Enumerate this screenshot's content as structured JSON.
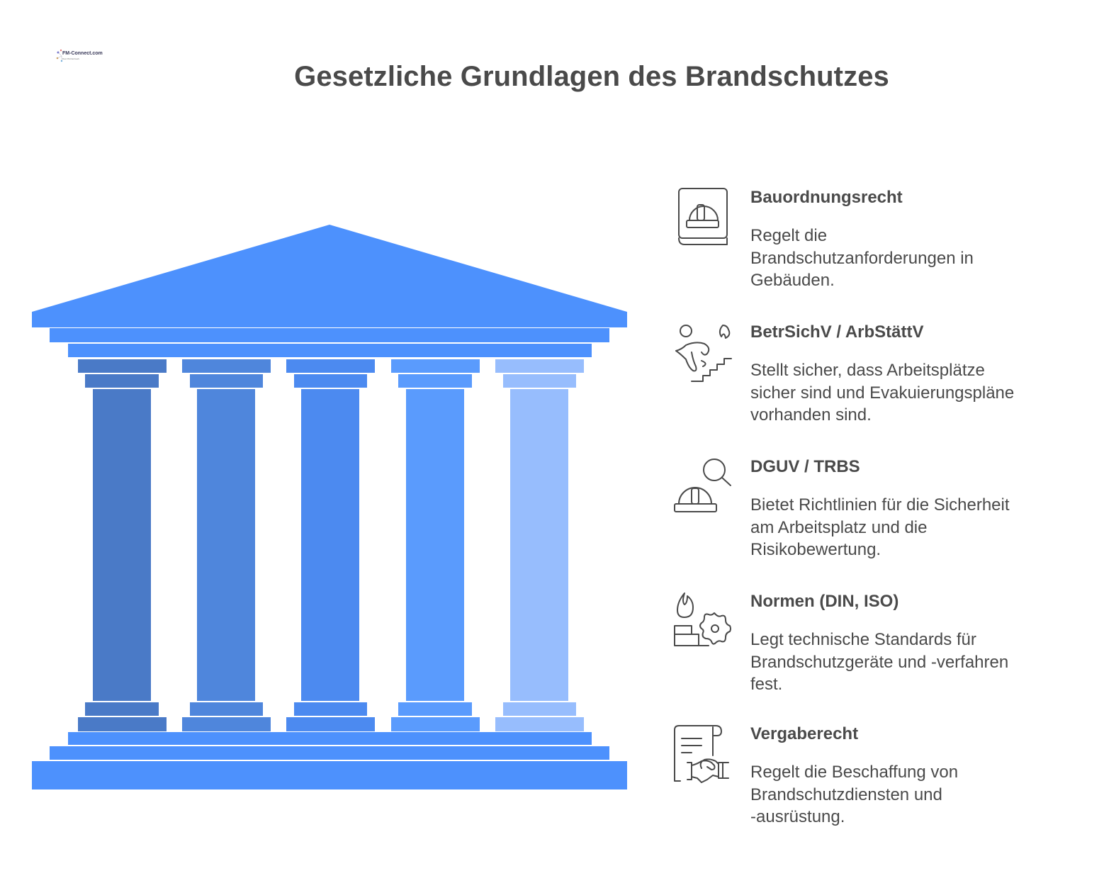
{
  "logo": {
    "name": "FM-Connect.com",
    "tagline": "Das FM-Netzwerk"
  },
  "title": "Gesetzliche Grundlagen des Brandschutzes",
  "colors": {
    "roof": "#4d91fd",
    "pillars": [
      "#4a7ac7",
      "#4f86dc",
      "#4c8af0",
      "#5a9bfd",
      "#97bdfd"
    ],
    "text": "#4a4a4a",
    "icon_stroke": "#4a4a4a"
  },
  "items": [
    {
      "icon": "helmet-book-icon",
      "heading": "Bauordnungsrecht",
      "lines": [
        "Regelt die",
        "Brandschutzanforderungen in",
        "Gebäuden."
      ]
    },
    {
      "icon": "evacuation-stairs-fire-icon",
      "heading": "BetrSichV / ArbStättV",
      "lines": [
        "Stellt sicher, dass Arbeitsplätze",
        "sicher sind und Evakuierungspläne",
        "vorhanden sind."
      ]
    },
    {
      "icon": "helmet-search-icon",
      "heading": "DGUV / TRBS",
      "lines": [
        "Bietet Richtlinien für die Sicherheit",
        "am Arbeitsplatz und die",
        "Risikobewertung."
      ]
    },
    {
      "icon": "fire-bricks-gear-icon",
      "heading": "Normen (DIN, ISO)",
      "lines": [
        "Legt technische Standards für",
        "Brandschutzgeräte und -verfahren",
        "fest."
      ]
    },
    {
      "icon": "contract-handshake-icon",
      "heading": "Vergaberecht",
      "lines": [
        "Regelt die Beschaffung von",
        "Brandschutzdiensten und",
        "-ausrüstung."
      ]
    }
  ]
}
